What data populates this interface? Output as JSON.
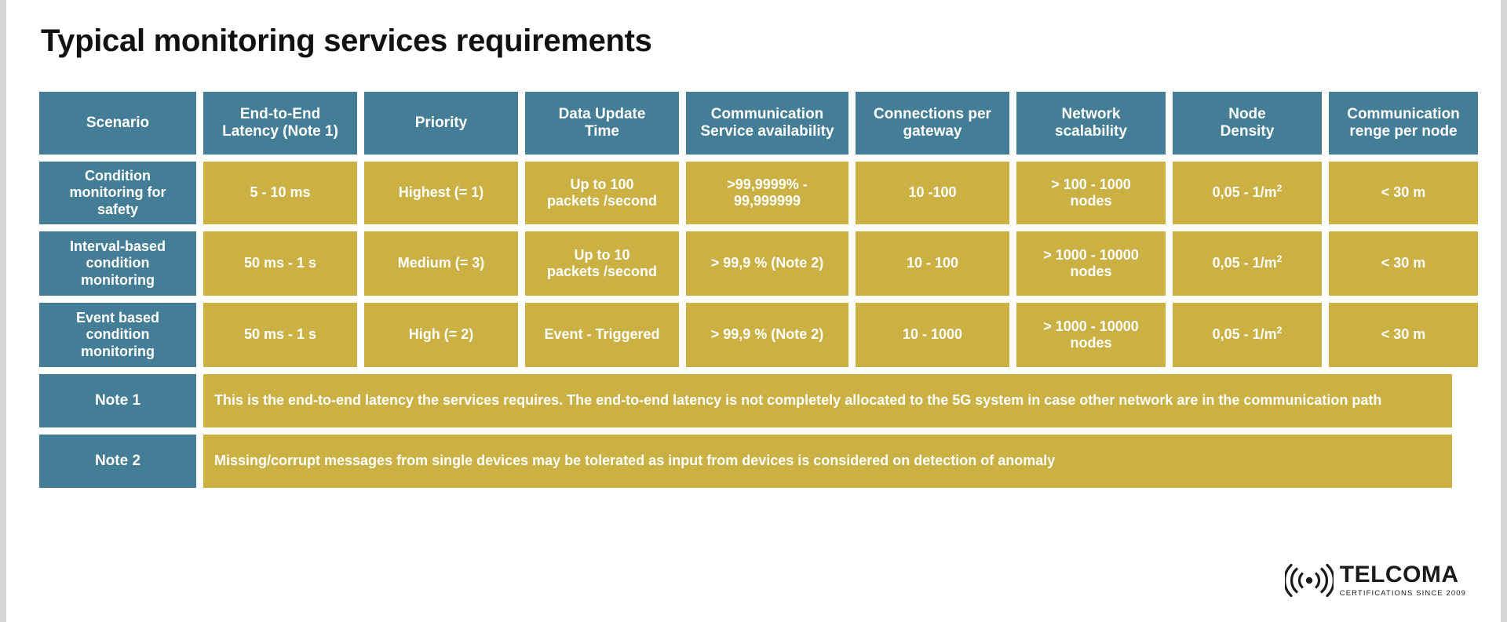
{
  "slide": {
    "title": "Typical monitoring services requirements",
    "background_color": "#ffffff",
    "header_color": "#447d96",
    "value_color": "#cbb044",
    "text_color": "#ffffff"
  },
  "table": {
    "columns": [
      "Scenario",
      "End-to-End Latency (Note 1)",
      "Priority",
      "Data Update Time",
      "Communication Service availability",
      "Connections per gateway",
      "Network scalability",
      "Node Density",
      "Communication renge per node"
    ],
    "columns_lines": [
      [
        "Scenario"
      ],
      [
        "End-to-End",
        "Latency (Note 1)"
      ],
      [
        "Priority"
      ],
      [
        "Data Update",
        "Time"
      ],
      [
        "Communication",
        "Service availability"
      ],
      [
        "Connections per",
        "gateway"
      ],
      [
        "Network",
        "scalability"
      ],
      [
        "Node",
        "Density"
      ],
      [
        "Communication",
        "renge per node"
      ]
    ],
    "rows": [
      {
        "scenario": "Condition monitoring for safety",
        "scenario_lines": [
          "Condition",
          "monitoring for",
          "safety"
        ],
        "latency": "5 - 10 ms",
        "priority": "Highest (= 1)",
        "data_update_time": "Up to 100 packets /second",
        "data_update_time_lines": [
          "Up to 100",
          "packets /second"
        ],
        "service_availability": ">99,9999% - 99,999999",
        "service_availability_lines": [
          ">99,9999% -",
          "99,999999"
        ],
        "connections_per_gateway": "10 -100",
        "network_scalability": "> 100 - 1000 nodes",
        "network_scalability_lines": [
          "> 100 - 1000",
          "nodes"
        ],
        "node_density": "0,05 - 1/m2",
        "node_density_base": "0,05 - 1/m",
        "node_density_exp": "2",
        "communication_range": "< 30 m"
      },
      {
        "scenario": "Interval-based condition monitoring",
        "scenario_lines": [
          "Interval-based",
          "condition",
          "monitoring"
        ],
        "latency": "50 ms - 1 s",
        "priority": "Medium (= 3)",
        "data_update_time": "Up to 10 packets /second",
        "data_update_time_lines": [
          "Up to 10",
          "packets /second"
        ],
        "service_availability": "> 99,9 % (Note 2)",
        "service_availability_lines": [
          "> 99,9 % (Note 2)"
        ],
        "connections_per_gateway": "10 - 100",
        "network_scalability": "> 1000 - 10000 nodes",
        "network_scalability_lines": [
          "> 1000 - 10000",
          "nodes"
        ],
        "node_density": "0,05 - 1/m2",
        "node_density_base": "0,05 - 1/m",
        "node_density_exp": "2",
        "communication_range": "< 30 m"
      },
      {
        "scenario": "Event based condition monitoring",
        "scenario_lines": [
          "Event based",
          "condition",
          "monitoring"
        ],
        "latency": "50 ms - 1 s",
        "priority": "High (= 2)",
        "data_update_time": "Event - Triggered",
        "data_update_time_lines": [
          "Event - Triggered"
        ],
        "service_availability": "> 99,9 % (Note 2)",
        "service_availability_lines": [
          "> 99,9 % (Note 2)"
        ],
        "connections_per_gateway": "10 - 1000",
        "network_scalability": "> 1000 - 10000 nodes",
        "network_scalability_lines": [
          "> 1000 - 10000",
          "nodes"
        ],
        "node_density": "0,05 - 1/m2",
        "node_density_base": "0,05 - 1/m",
        "node_density_exp": "2",
        "communication_range": "< 30 m"
      }
    ],
    "notes": [
      {
        "label": "Note 1",
        "text": "This is the end-to-end latency the services requires. The end-to-end latency is not completely allocated to the 5G system in case other network are in the communication path"
      },
      {
        "label": "Note 2",
        "text": "Missing/corrupt messages from single devices may be tolerated as input from devices is considered on detection of anomaly"
      }
    ]
  },
  "logo": {
    "name": "TELCOMA",
    "tagline": "CERTIFICATIONS SINCE 2009",
    "mark": "signal-waves-icon"
  }
}
